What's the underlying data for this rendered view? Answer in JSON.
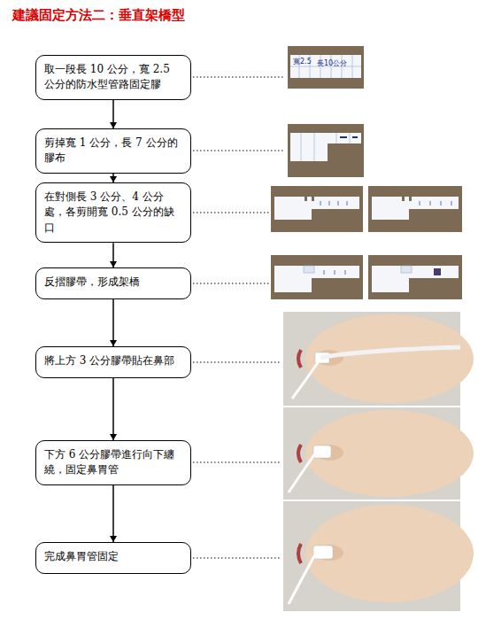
{
  "diagram": {
    "title": "建議固定方法二：垂直架橋型",
    "nodes": [
      {
        "text": [
          "取一段長 10 公分，寬 2.5 公分的防水型管路固定膠"
        ]
      },
      {
        "text": [
          "剪掉寬 1 公分，長 7 公分的膠布"
        ]
      },
      {
        "text": [
          "在對側長 3 公分、4 公分處，各剪開寬 0.5 公分的缺口"
        ]
      },
      {
        "text": [
          "反摺膠帶，形成架橋"
        ]
      },
      {
        "text": [
          "將上方 3 公分膠帶貼在鼻部"
        ]
      },
      {
        "text": [
          "下方 6 公分膠帶進行向下纏繞，固定鼻胃管"
        ]
      },
      {
        "text": [
          "完成鼻胃管固定"
        ]
      }
    ],
    "edges": [
      {
        "from": 0,
        "to": 1,
        "arrow": "to"
      },
      {
        "from": 1,
        "to": 2,
        "arrow": "to"
      },
      {
        "from": 2,
        "to": 3,
        "arrow": "to"
      },
      {
        "from": 3,
        "to": 4,
        "arrow": "to"
      },
      {
        "from": 4,
        "to": 5,
        "arrow": "to"
      },
      {
        "from": 5,
        "to": 6,
        "arrow": "to"
      }
    ],
    "labels": [
      "寬2.5",
      "長10公分"
    ]
  }
}
